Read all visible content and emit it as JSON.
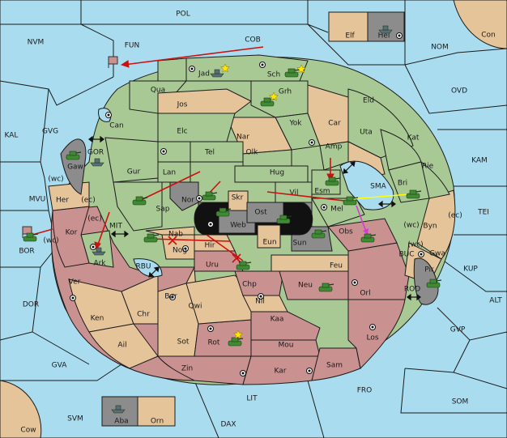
{
  "colors": {
    "sea": "#aadcf0",
    "green": "#a8c894",
    "tan": "#e6c49a",
    "rose": "#c99190",
    "gray": "#8c8c8c",
    "black": "#111111",
    "unit": "#3f8a32",
    "order": "#cc1111",
    "support_yellow": "#ffff00",
    "support_magenta": "#d63bd6"
  },
  "sea_labels": [
    {
      "id": "pol",
      "text": "POL"
    },
    {
      "id": "nvm",
      "text": "NVM"
    },
    {
      "id": "fun",
      "text": "FUN"
    },
    {
      "id": "cob",
      "text": "COB"
    },
    {
      "id": "nom",
      "text": "NOM"
    },
    {
      "id": "ovd",
      "text": "OVD"
    },
    {
      "id": "kal",
      "text": "KAL"
    },
    {
      "id": "gvg",
      "text": "GVG"
    },
    {
      "id": "gor",
      "text": "GOR"
    },
    {
      "id": "mvu",
      "text": "MVU"
    },
    {
      "id": "mit",
      "text": "MIT"
    },
    {
      "id": "bor",
      "text": "BOR"
    },
    {
      "id": "rbu",
      "text": "RBU"
    },
    {
      "id": "kam",
      "text": "KAM"
    },
    {
      "id": "sma",
      "text": "SMA"
    },
    {
      "id": "tei",
      "text": "TEI"
    },
    {
      "id": "buc",
      "text": "BUC"
    },
    {
      "id": "kup",
      "text": "KUP"
    },
    {
      "id": "rod",
      "text": "ROD"
    },
    {
      "id": "alt",
      "text": "ALT"
    },
    {
      "id": "dor",
      "text": "DOR"
    },
    {
      "id": "gvp",
      "text": "GVP"
    },
    {
      "id": "gva",
      "text": "GVA"
    },
    {
      "id": "fro",
      "text": "FRO"
    },
    {
      "id": "lit",
      "text": "LIT"
    },
    {
      "id": "som",
      "text": "SOM"
    },
    {
      "id": "svm",
      "text": "SVM"
    },
    {
      "id": "dax",
      "text": "DAX"
    }
  ],
  "provinces": [
    {
      "id": "jad",
      "text": "Jad"
    },
    {
      "id": "sch",
      "text": "Sch"
    },
    {
      "id": "qua",
      "text": "Qua"
    },
    {
      "id": "jos",
      "text": "Jos"
    },
    {
      "id": "grh",
      "text": "Grh"
    },
    {
      "id": "eld",
      "text": "Eld"
    },
    {
      "id": "can",
      "text": "Can"
    },
    {
      "id": "car",
      "text": "Car"
    },
    {
      "id": "yok",
      "text": "Yok"
    },
    {
      "id": "elc",
      "text": "Elc"
    },
    {
      "id": "nar",
      "text": "Nar"
    },
    {
      "id": "uta",
      "text": "Uta"
    },
    {
      "id": "kat",
      "text": "Kat"
    },
    {
      "id": "amp",
      "text": "Amp"
    },
    {
      "id": "tel",
      "text": "Tel"
    },
    {
      "id": "olk",
      "text": "Olk"
    },
    {
      "id": "gaw",
      "text": "Gaw"
    },
    {
      "id": "gur",
      "text": "Gur"
    },
    {
      "id": "lan",
      "text": "Lan"
    },
    {
      "id": "hug",
      "text": "Hug"
    },
    {
      "id": "rie",
      "text": "Rie"
    },
    {
      "id": "bri",
      "text": "Bri"
    },
    {
      "id": "esm",
      "text": "Esm"
    },
    {
      "id": "vil",
      "text": "Vil"
    },
    {
      "id": "her",
      "text": "Her"
    },
    {
      "id": "nor",
      "text": "Nor"
    },
    {
      "id": "skr",
      "text": "Skr"
    },
    {
      "id": "sap",
      "text": "Sap"
    },
    {
      "id": "ost",
      "text": "Ost"
    },
    {
      "id": "mel",
      "text": "Mel"
    },
    {
      "id": "web",
      "text": "Web"
    },
    {
      "id": "byn",
      "text": "Byn"
    },
    {
      "id": "kor",
      "text": "Kor"
    },
    {
      "id": "nab",
      "text": "Nab"
    },
    {
      "id": "obs",
      "text": "Obs"
    },
    {
      "id": "eun",
      "text": "Eun"
    },
    {
      "id": "hir",
      "text": "Hir"
    },
    {
      "id": "sun",
      "text": "Sun"
    },
    {
      "id": "gwa",
      "text": "Gwa"
    },
    {
      "id": "ark",
      "text": "Ark"
    },
    {
      "id": "nog",
      "text": "Nog"
    },
    {
      "id": "pir",
      "text": "Pir"
    },
    {
      "id": "uru",
      "text": "Uru"
    },
    {
      "id": "feu",
      "text": "Feu"
    },
    {
      "id": "ver",
      "text": "Ver"
    },
    {
      "id": "chp",
      "text": "Chp"
    },
    {
      "id": "orl",
      "text": "Orl"
    },
    {
      "id": "neu",
      "text": "Neu"
    },
    {
      "id": "bar",
      "text": "Bar"
    },
    {
      "id": "qwi",
      "text": "Qwi"
    },
    {
      "id": "nil",
      "text": "Nil"
    },
    {
      "id": "ken",
      "text": "Ken"
    },
    {
      "id": "chr",
      "text": "Chr"
    },
    {
      "id": "kaa",
      "text": "Kaa"
    },
    {
      "id": "ail",
      "text": "Ail"
    },
    {
      "id": "sot",
      "text": "Sot"
    },
    {
      "id": "los",
      "text": "Los"
    },
    {
      "id": "rot",
      "text": "Rot"
    },
    {
      "id": "mou",
      "text": "Mou"
    },
    {
      "id": "sam",
      "text": "Sam"
    },
    {
      "id": "zin",
      "text": "Zin"
    },
    {
      "id": "kar",
      "text": "Kar"
    },
    {
      "id": "elf",
      "text": "Elf"
    },
    {
      "id": "hel",
      "text": "Hel"
    },
    {
      "id": "aba",
      "text": "Aba"
    },
    {
      "id": "orn",
      "text": "Orn"
    },
    {
      "id": "con",
      "text": "Con"
    },
    {
      "id": "cow",
      "text": "Cow"
    }
  ],
  "coast_labels": [
    {
      "id": "her-wc",
      "text": "(wc)"
    },
    {
      "id": "her-ec",
      "text": "(ec)"
    },
    {
      "id": "kor-ec",
      "text": "(ec)"
    },
    {
      "id": "kor-wc",
      "text": "(wc)"
    },
    {
      "id": "byn-wc",
      "text": "(wc)"
    },
    {
      "id": "byn-ec",
      "text": "(ec)"
    },
    {
      "id": "gwa-wc",
      "text": "(wc)"
    }
  ],
  "units": [
    {
      "id": "jad",
      "type": "fleet",
      "color": "#5a6e7a"
    },
    {
      "id": "sch",
      "type": "army",
      "color": "#3f8a32"
    },
    {
      "id": "grh",
      "type": "army",
      "color": "#3f8a32"
    },
    {
      "id": "gaw",
      "type": "army",
      "color": "#3f8a32"
    },
    {
      "id": "gor",
      "type": "fleet",
      "color": "#5a6e7a"
    },
    {
      "id": "sap",
      "type": "army",
      "color": "#3f8a32"
    },
    {
      "id": "nor",
      "type": "army",
      "color": "#3f8a32"
    },
    {
      "id": "web",
      "type": "army",
      "color": "#3f8a32"
    },
    {
      "id": "ost",
      "type": "army",
      "color": "#3f8a32"
    },
    {
      "id": "esm",
      "type": "army",
      "color": "#3f8a32"
    },
    {
      "id": "mel",
      "type": "army",
      "color": "#3f8a32"
    },
    {
      "id": "sma",
      "type": "army",
      "color": "#3f8a32"
    },
    {
      "id": "kor",
      "type": "army",
      "color": "#3f8a32"
    },
    {
      "id": "ark",
      "type": "fleet",
      "color": "#5a6e7a"
    },
    {
      "id": "nab",
      "type": "army",
      "color": "#3f8a32"
    },
    {
      "id": "sun",
      "type": "army",
      "color": "#3f8a32"
    },
    {
      "id": "obs",
      "type": "army",
      "color": "#3f8a32"
    },
    {
      "id": "uru",
      "type": "army",
      "color": "#3f8a32"
    },
    {
      "id": "neu",
      "type": "army",
      "color": "#3f8a32"
    },
    {
      "id": "pir",
      "type": "army",
      "color": "#3f8a32"
    },
    {
      "id": "rot",
      "type": "army",
      "color": "#3f8a32"
    },
    {
      "id": "hel",
      "type": "fleet",
      "color": "#5a6e7a"
    },
    {
      "id": "aba",
      "type": "fleet",
      "color": "#5a6e7a"
    }
  ],
  "icon_names": {
    "army": "tank-icon",
    "fleet": "ship-icon",
    "supply": "supply-center-icon",
    "star": "star-icon",
    "flag": "flag-icon",
    "convoy": "double-arrow-icon"
  }
}
